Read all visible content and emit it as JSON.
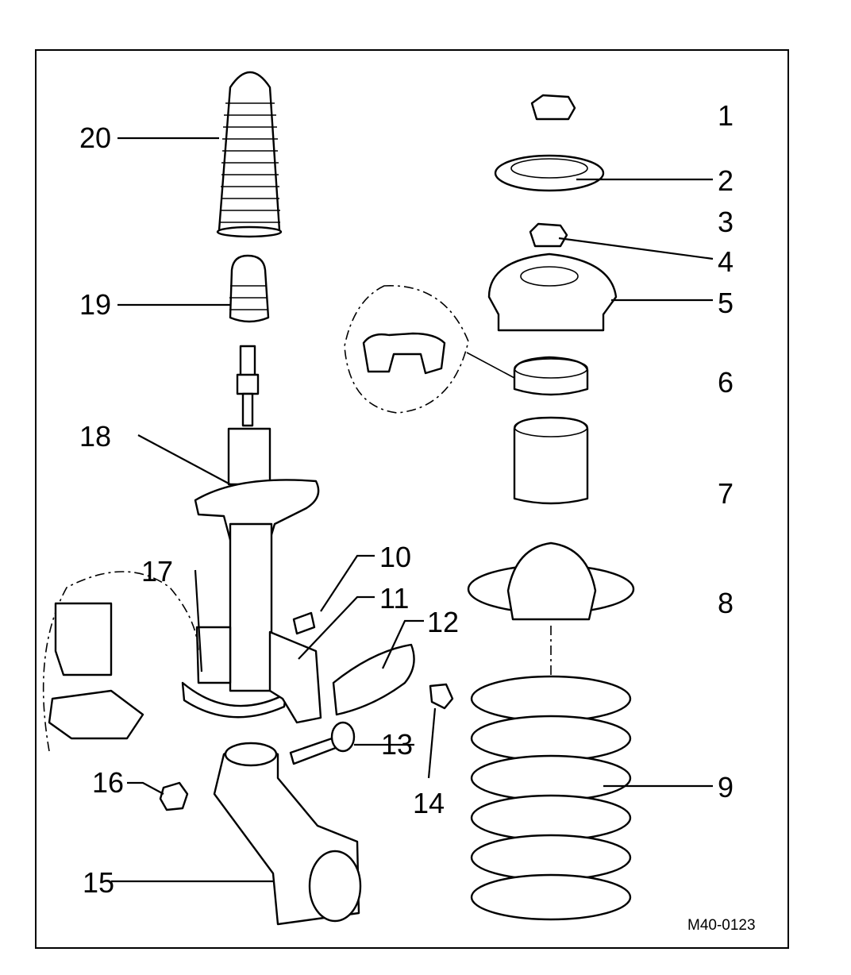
{
  "diagram": {
    "callouts": [
      {
        "id": "1",
        "text": "1"
      },
      {
        "id": "2",
        "text": "2"
      },
      {
        "id": "3",
        "text": "3"
      },
      {
        "id": "4",
        "text": "4"
      },
      {
        "id": "5",
        "text": "5"
      },
      {
        "id": "6",
        "text": "6"
      },
      {
        "id": "7",
        "text": "7"
      },
      {
        "id": "8",
        "text": "8"
      },
      {
        "id": "9",
        "text": "9"
      },
      {
        "id": "10",
        "text": "10"
      },
      {
        "id": "11",
        "text": "11"
      },
      {
        "id": "12",
        "text": "12"
      },
      {
        "id": "13",
        "text": "13"
      },
      {
        "id": "14",
        "text": "14"
      },
      {
        "id": "15",
        "text": "15"
      },
      {
        "id": "16",
        "text": "16"
      },
      {
        "id": "17",
        "text": "17"
      },
      {
        "id": "18",
        "text": "18"
      },
      {
        "id": "19",
        "text": "19"
      },
      {
        "id": "20",
        "text": "20"
      }
    ],
    "figure_code": "M40-0123",
    "line_color": "#000000",
    "background": "#ffffff"
  }
}
